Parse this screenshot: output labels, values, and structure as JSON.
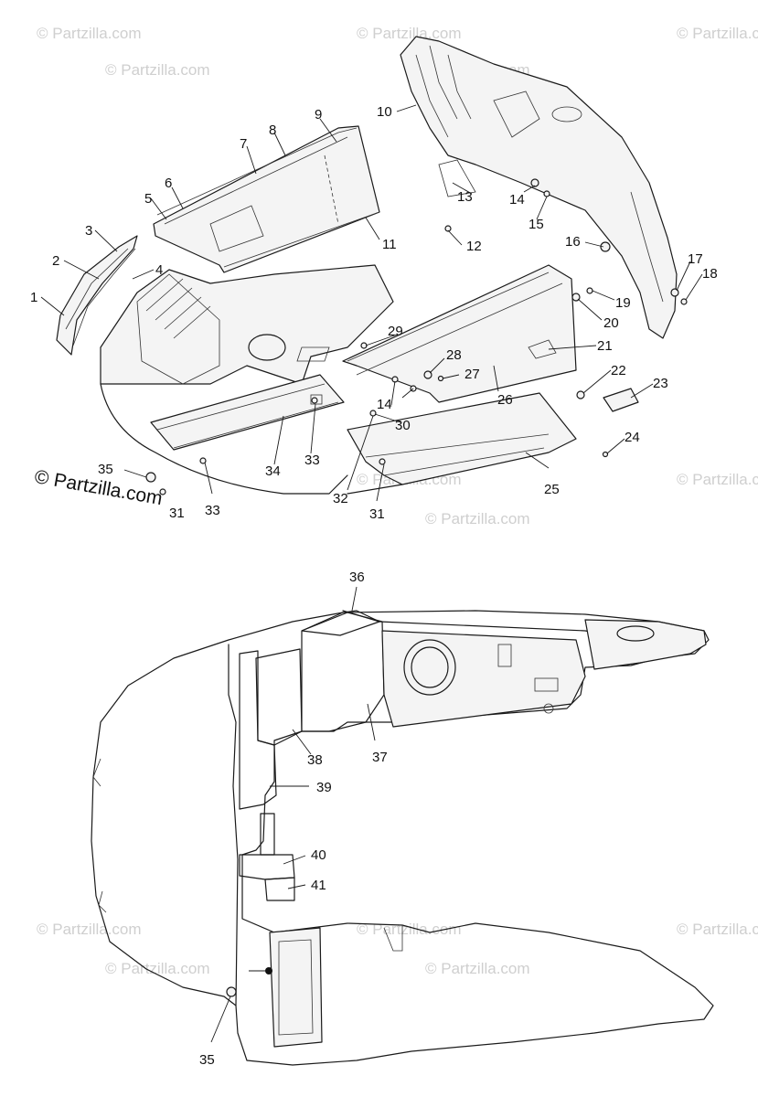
{
  "watermark": "© Partzilla.com",
  "copyright": "© Partzilla.com",
  "callouts": [
    "1",
    "2",
    "3",
    "4",
    "5",
    "6",
    "7",
    "8",
    "9",
    "10",
    "11",
    "12",
    "13",
    "14",
    "15",
    "16",
    "17",
    "18",
    "19",
    "20",
    "21",
    "22",
    "23",
    "24",
    "25",
    "26",
    "27",
    "28",
    "29",
    "30",
    "31",
    "32",
    "33",
    "34",
    "35",
    "36",
    "37",
    "38",
    "39",
    "40",
    "41"
  ],
  "callouts_repeated": {
    "14": "14",
    "31": "31",
    "33": "33",
    "35": "35"
  }
}
